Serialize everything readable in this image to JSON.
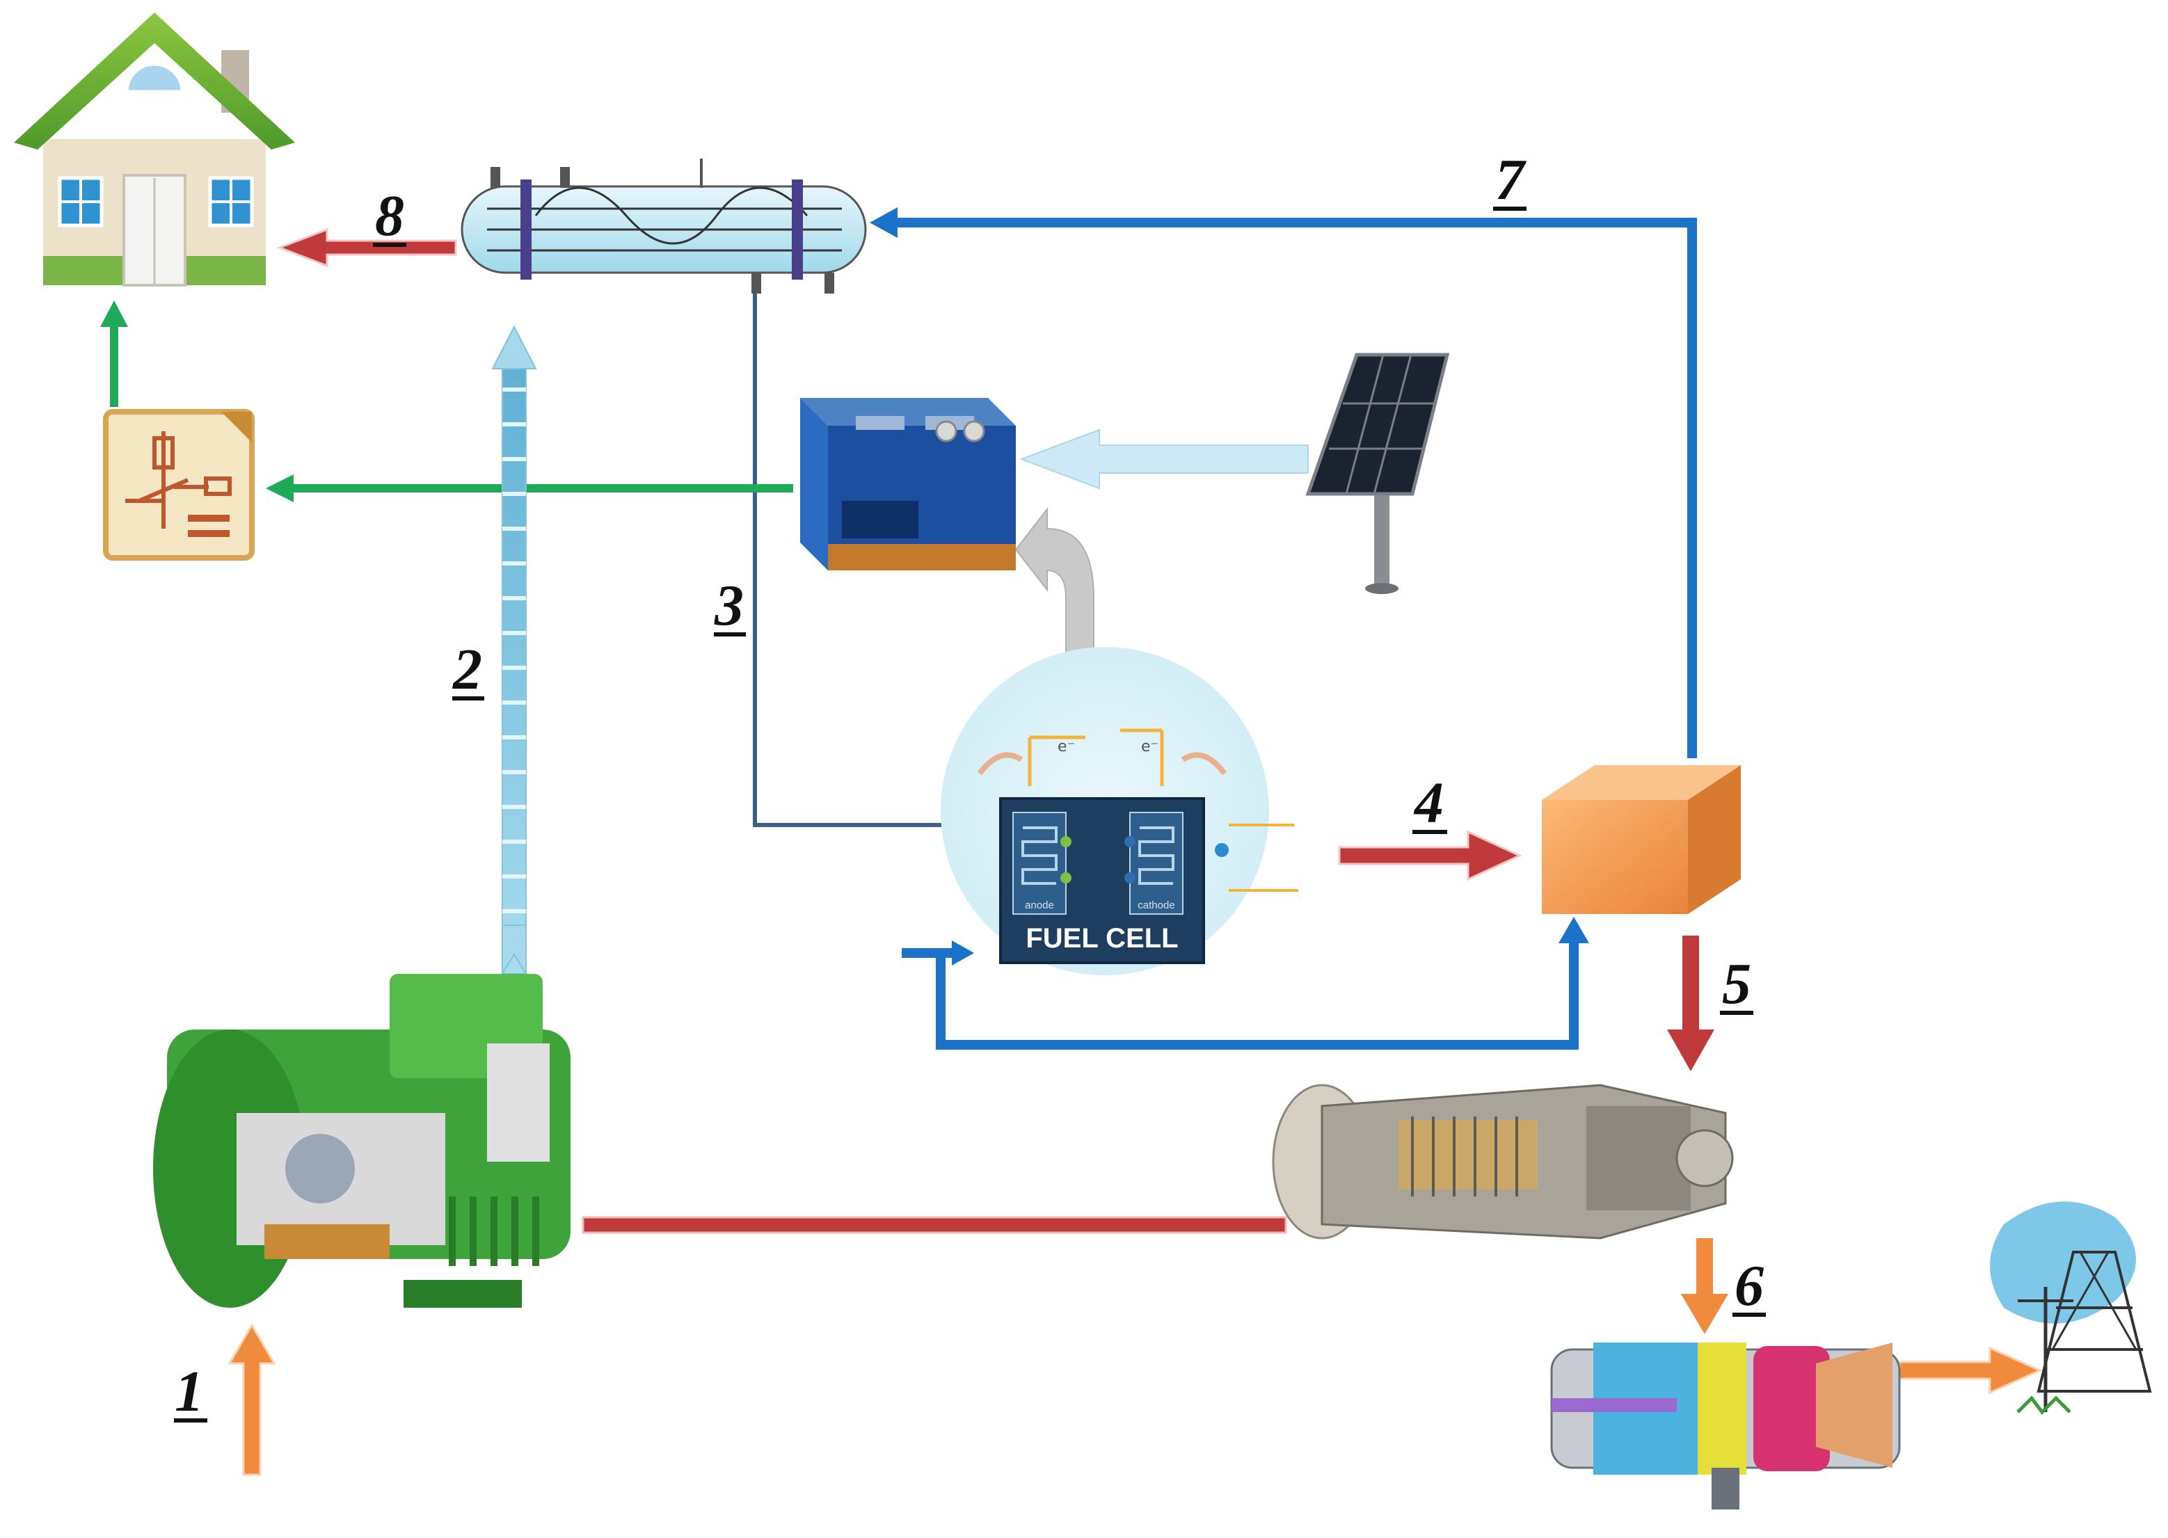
{
  "labels": {
    "s1": "1",
    "s2": "2",
    "s3": "3",
    "s4": "4",
    "s5": "5",
    "s6": "6",
    "s7": "7",
    "s8": "8"
  },
  "fuel_cell": {
    "title": "FUEL CELL",
    "anode": "anode",
    "cathode": "cathode",
    "electron_left": "e⁻",
    "electron_right": "e⁻"
  },
  "colors": {
    "blue_line": "#1a73c9",
    "dark_blue_line": "#3d5f8a",
    "green_line": "#1faa5a",
    "red_arrow": "#c0393b",
    "orange_arrow": "#f08a3c",
    "light_blue": "#a8d8ec",
    "orange_box": "#f59a4d"
  }
}
